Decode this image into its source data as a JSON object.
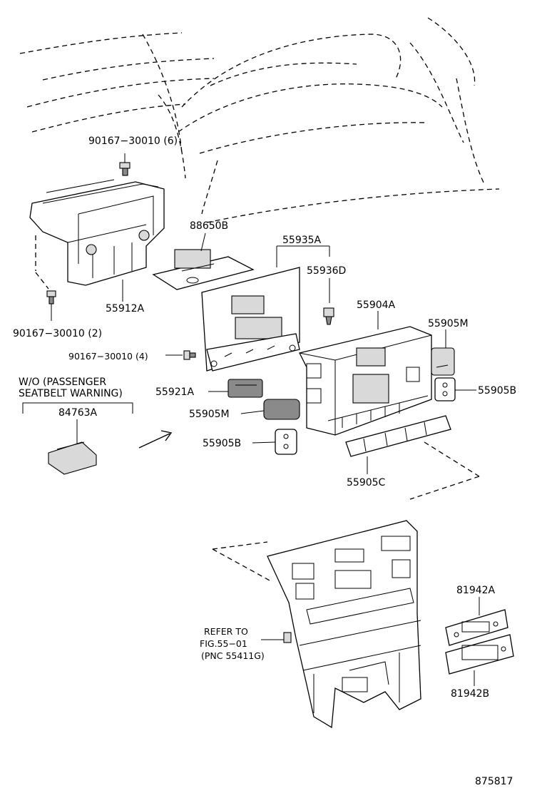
{
  "labels": {
    "screw_top": "90167−30010 (6)",
    "screw_left": "90167−30010 (2)",
    "screw_mid": "90167−30010 (4)",
    "p88650B": "88650B",
    "p55935A": "55935A",
    "p55936D": "55936D",
    "p55912A": "55912A",
    "p55904A": "55904A",
    "p55905M_top": "55905M",
    "p55905B_right": "55905B",
    "p55921A": "55921A",
    "p55905M_mid": "55905M",
    "p55905B_mid": "55905B",
    "p55905C": "55905C",
    "wo_line1": "W/O (PASSENGER",
    "wo_line2": "SEATBELT WARNING)",
    "p84763A": "84763A",
    "refer1": "REFER TO",
    "refer2": "FIG.55−01",
    "refer3": "(PNC 55411G)",
    "p81942A": "81942A",
    "p81942B": "81942B",
    "fig_number": "875817"
  }
}
